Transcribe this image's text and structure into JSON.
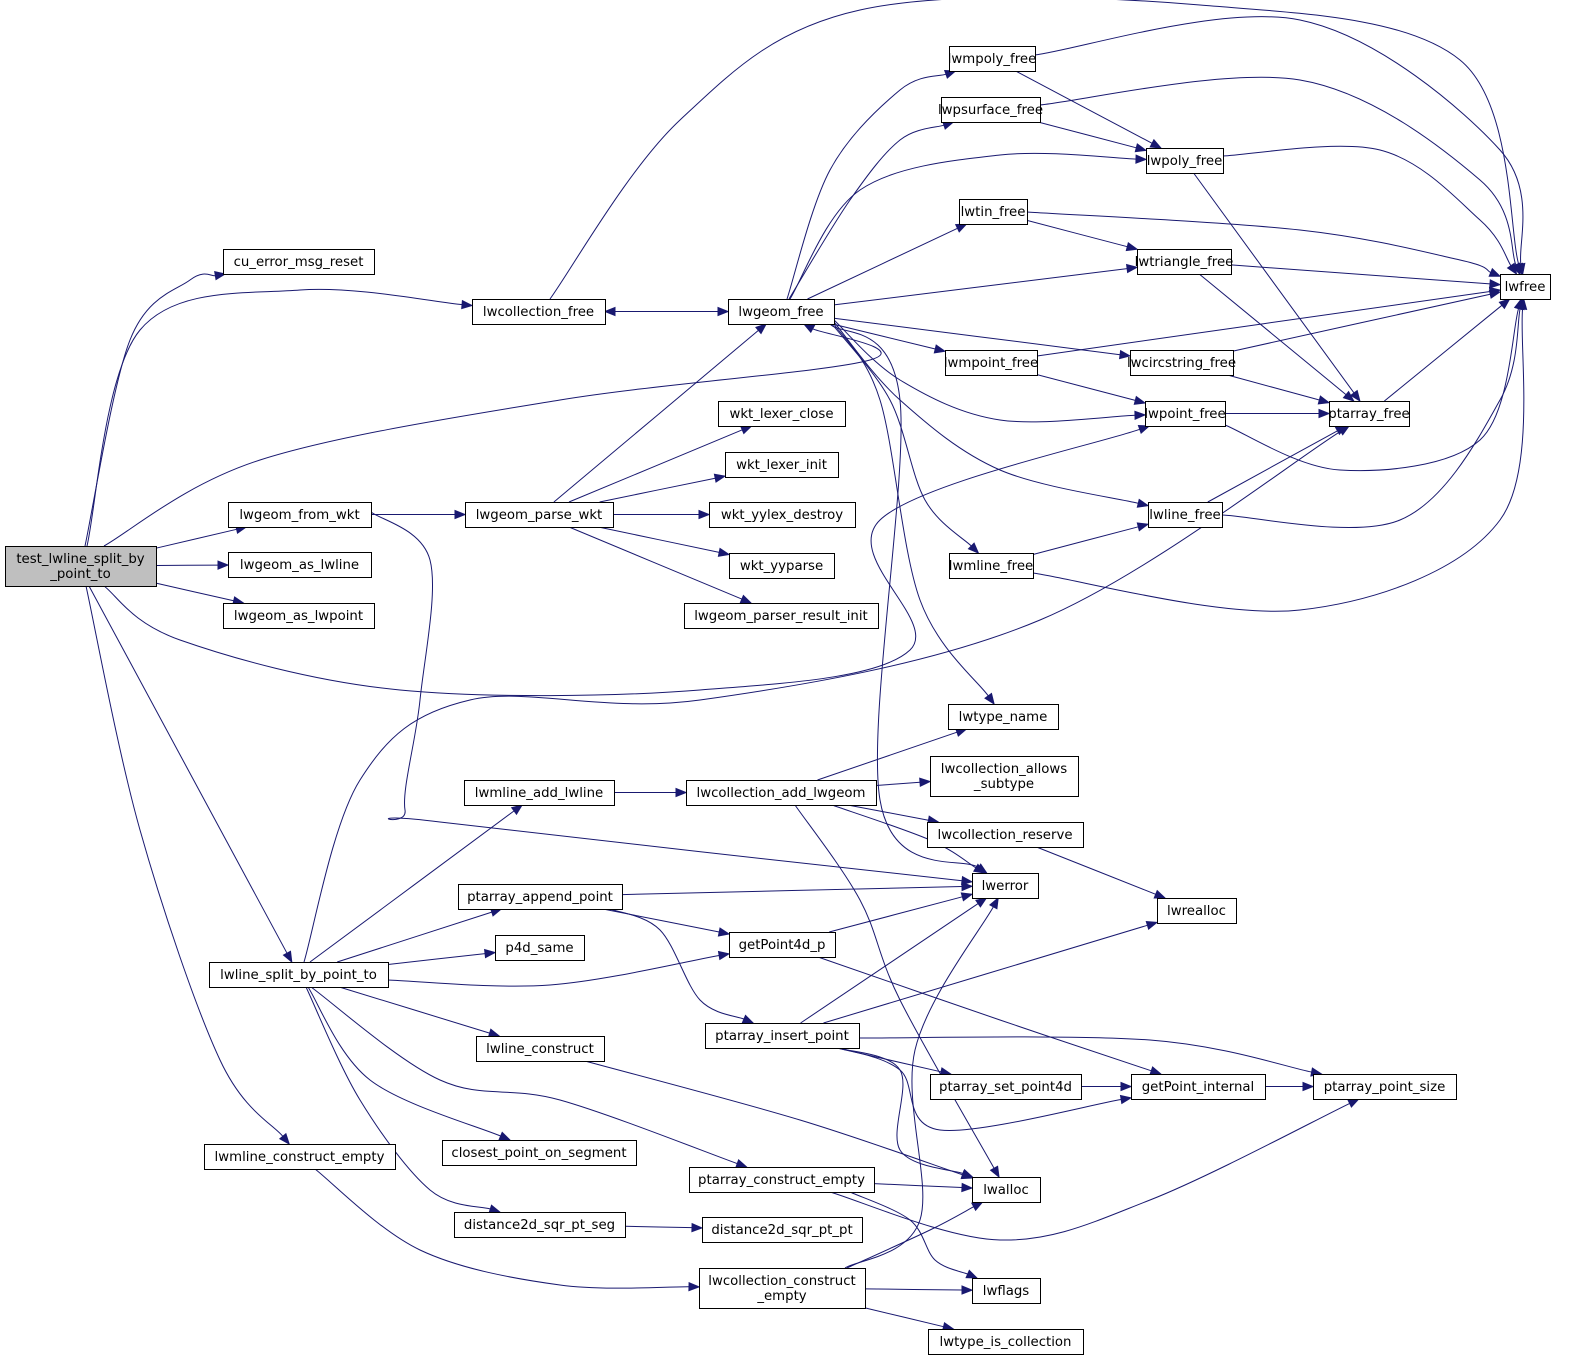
{
  "title": "Call graph: test_lwline_split_by_point_to",
  "colors": {
    "edge": "#191970",
    "node_border": "#000000",
    "node_fill": "#ffffff",
    "root_fill": "#bfbfbf"
  },
  "nodes": [
    {
      "id": "test_lwline_split_by_point_to",
      "lines": [
        "test_lwline_split_by",
        "_point_to"
      ],
      "root": true
    },
    {
      "id": "cu_error_msg_reset",
      "lines": [
        "cu_error_msg_reset"
      ]
    },
    {
      "id": "lwcollection_free",
      "lines": [
        "lwcollection_free"
      ]
    },
    {
      "id": "lwgeom_free",
      "lines": [
        "lwgeom_free"
      ]
    },
    {
      "id": "lwgeom_from_wkt",
      "lines": [
        "lwgeom_from_wkt"
      ]
    },
    {
      "id": "lwgeom_as_lwline",
      "lines": [
        "lwgeom_as_lwline"
      ]
    },
    {
      "id": "lwgeom_as_lwpoint",
      "lines": [
        "lwgeom_as_lwpoint"
      ]
    },
    {
      "id": "lwgeom_parse_wkt",
      "lines": [
        "lwgeom_parse_wkt"
      ]
    },
    {
      "id": "wkt_lexer_close",
      "lines": [
        "wkt_lexer_close"
      ]
    },
    {
      "id": "wkt_lexer_init",
      "lines": [
        "wkt_lexer_init"
      ]
    },
    {
      "id": "wkt_yylex_destroy",
      "lines": [
        "wkt_yylex_destroy"
      ]
    },
    {
      "id": "wkt_yyparse",
      "lines": [
        "wkt_yyparse"
      ]
    },
    {
      "id": "lwgeom_parser_result_init",
      "lines": [
        "lwgeom_parser_result_init"
      ]
    },
    {
      "id": "lwmpoly_free",
      "lines": [
        "lwmpoly_free"
      ]
    },
    {
      "id": "lwpsurface_free",
      "lines": [
        "lwpsurface_free"
      ]
    },
    {
      "id": "lwpoly_free",
      "lines": [
        "lwpoly_free"
      ]
    },
    {
      "id": "lwtin_free",
      "lines": [
        "lwtin_free"
      ]
    },
    {
      "id": "lwtriangle_free",
      "lines": [
        "lwtriangle_free"
      ]
    },
    {
      "id": "lwfree",
      "lines": [
        "lwfree"
      ]
    },
    {
      "id": "lwmpoint_free",
      "lines": [
        "lwmpoint_free"
      ]
    },
    {
      "id": "lwcircstring_free",
      "lines": [
        "lwcircstring_free"
      ]
    },
    {
      "id": "lwpoint_free",
      "lines": [
        "lwpoint_free"
      ]
    },
    {
      "id": "ptarray_free",
      "lines": [
        "ptarray_free"
      ]
    },
    {
      "id": "lwline_free",
      "lines": [
        "lwline_free"
      ]
    },
    {
      "id": "lwmline_free",
      "lines": [
        "lwmline_free"
      ]
    },
    {
      "id": "lwtype_name",
      "lines": [
        "lwtype_name"
      ]
    },
    {
      "id": "lwcollection_allows_subtype",
      "lines": [
        "lwcollection_allows",
        "_subtype"
      ]
    },
    {
      "id": "lwmline_add_lwline",
      "lines": [
        "lwmline_add_lwline"
      ]
    },
    {
      "id": "lwcollection_add_lwgeom",
      "lines": [
        "lwcollection_add_lwgeom"
      ]
    },
    {
      "id": "lwcollection_reserve",
      "lines": [
        "lwcollection_reserve"
      ]
    },
    {
      "id": "lwerror",
      "lines": [
        "lwerror"
      ]
    },
    {
      "id": "lwrealloc",
      "lines": [
        "lwrealloc"
      ]
    },
    {
      "id": "ptarray_append_point",
      "lines": [
        "ptarray_append_point"
      ]
    },
    {
      "id": "getPoint4d_p",
      "lines": [
        "getPoint4d_p"
      ]
    },
    {
      "id": "p4d_same",
      "lines": [
        "p4d_same"
      ]
    },
    {
      "id": "lwline_split_by_point_to",
      "lines": [
        "lwline_split_by_point_to"
      ]
    },
    {
      "id": "ptarray_insert_point",
      "lines": [
        "ptarray_insert_point"
      ]
    },
    {
      "id": "lwline_construct",
      "lines": [
        "lwline_construct"
      ]
    },
    {
      "id": "ptarray_set_point4d",
      "lines": [
        "ptarray_set_point4d"
      ]
    },
    {
      "id": "getPoint_internal",
      "lines": [
        "getPoint_internal"
      ]
    },
    {
      "id": "ptarray_point_size",
      "lines": [
        "ptarray_point_size"
      ]
    },
    {
      "id": "lwmline_construct_empty",
      "lines": [
        "lwmline_construct_empty"
      ]
    },
    {
      "id": "closest_point_on_segment",
      "lines": [
        "closest_point_on_segment"
      ]
    },
    {
      "id": "ptarray_construct_empty",
      "lines": [
        "ptarray_construct_empty"
      ]
    },
    {
      "id": "lwalloc",
      "lines": [
        "lwalloc"
      ]
    },
    {
      "id": "distance2d_sqr_pt_seg",
      "lines": [
        "distance2d_sqr_pt_seg"
      ]
    },
    {
      "id": "distance2d_sqr_pt_pt",
      "lines": [
        "distance2d_sqr_pt_pt"
      ]
    },
    {
      "id": "lwcollection_construct_empty",
      "lines": [
        "lwcollection_construct",
        "_empty"
      ]
    },
    {
      "id": "lwflags",
      "lines": [
        "lwflags"
      ]
    },
    {
      "id": "lwtype_is_collection",
      "lines": [
        "lwtype_is_collection"
      ]
    }
  ],
  "edges": [
    [
      "test_lwline_split_by_point_to",
      "cu_error_msg_reset"
    ],
    [
      "test_lwline_split_by_point_to",
      "lwcollection_free"
    ],
    [
      "test_lwline_split_by_point_to",
      "lwgeom_free"
    ],
    [
      "test_lwline_split_by_point_to",
      "lwgeom_from_wkt"
    ],
    [
      "test_lwline_split_by_point_to",
      "lwgeom_as_lwline"
    ],
    [
      "test_lwline_split_by_point_to",
      "lwgeom_as_lwpoint"
    ],
    [
      "test_lwline_split_by_point_to",
      "lwpoint_free"
    ],
    [
      "test_lwline_split_by_point_to",
      "lwline_split_by_point_to"
    ],
    [
      "test_lwline_split_by_point_to",
      "lwmline_construct_empty"
    ],
    [
      "lwcollection_free",
      "lwgeom_free"
    ],
    [
      "lwcollection_free",
      "lwfree"
    ],
    [
      "lwgeom_free",
      "lwcollection_free"
    ],
    [
      "lwgeom_free",
      "lwmpoly_free"
    ],
    [
      "lwgeom_free",
      "lwpsurface_free"
    ],
    [
      "lwgeom_free",
      "lwpoly_free"
    ],
    [
      "lwgeom_free",
      "lwtin_free"
    ],
    [
      "lwgeom_free",
      "lwtriangle_free"
    ],
    [
      "lwgeom_free",
      "lwmpoint_free"
    ],
    [
      "lwgeom_free",
      "lwcircstring_free"
    ],
    [
      "lwgeom_free",
      "lwpoint_free"
    ],
    [
      "lwgeom_free",
      "lwline_free"
    ],
    [
      "lwgeom_free",
      "lwmline_free"
    ],
    [
      "lwgeom_free",
      "lwtype_name"
    ],
    [
      "lwgeom_free",
      "lwerror"
    ],
    [
      "lwgeom_from_wkt",
      "lwgeom_parse_wkt"
    ],
    [
      "lwgeom_from_wkt",
      "lwerror"
    ],
    [
      "lwgeom_parse_wkt",
      "lwgeom_free"
    ],
    [
      "lwgeom_parse_wkt",
      "wkt_lexer_close"
    ],
    [
      "lwgeom_parse_wkt",
      "wkt_lexer_init"
    ],
    [
      "lwgeom_parse_wkt",
      "wkt_yylex_destroy"
    ],
    [
      "lwgeom_parse_wkt",
      "wkt_yyparse"
    ],
    [
      "lwgeom_parse_wkt",
      "lwgeom_parser_result_init"
    ],
    [
      "lwmpoly_free",
      "lwpoly_free"
    ],
    [
      "lwmpoly_free",
      "lwfree"
    ],
    [
      "lwpsurface_free",
      "lwpoly_free"
    ],
    [
      "lwpsurface_free",
      "lwfree"
    ],
    [
      "lwpoly_free",
      "ptarray_free"
    ],
    [
      "lwpoly_free",
      "lwfree"
    ],
    [
      "lwtin_free",
      "lwtriangle_free"
    ],
    [
      "lwtin_free",
      "lwfree"
    ],
    [
      "lwtriangle_free",
      "ptarray_free"
    ],
    [
      "lwtriangle_free",
      "lwfree"
    ],
    [
      "lwmpoint_free",
      "lwpoint_free"
    ],
    [
      "lwmpoint_free",
      "lwfree"
    ],
    [
      "lwcircstring_free",
      "ptarray_free"
    ],
    [
      "lwcircstring_free",
      "lwfree"
    ],
    [
      "lwpoint_free",
      "ptarray_free"
    ],
    [
      "lwpoint_free",
      "lwfree"
    ],
    [
      "ptarray_free",
      "lwfree"
    ],
    [
      "lwline_free",
      "ptarray_free"
    ],
    [
      "lwline_free",
      "lwfree"
    ],
    [
      "lwmline_free",
      "lwline_free"
    ],
    [
      "lwmline_free",
      "lwfree"
    ],
    [
      "lwmline_add_lwline",
      "lwcollection_add_lwgeom"
    ],
    [
      "lwcollection_add_lwgeom",
      "lwtype_name"
    ],
    [
      "lwcollection_add_lwgeom",
      "lwcollection_allows_subtype"
    ],
    [
      "lwcollection_add_lwgeom",
      "lwcollection_reserve"
    ],
    [
      "lwcollection_add_lwgeom",
      "lwerror"
    ],
    [
      "lwcollection_add_lwgeom",
      "lwalloc"
    ],
    [
      "lwcollection_reserve",
      "lwrealloc"
    ],
    [
      "lwline_split_by_point_to",
      "lwmline_add_lwline"
    ],
    [
      "lwline_split_by_point_to",
      "ptarray_append_point"
    ],
    [
      "lwline_split_by_point_to",
      "p4d_same"
    ],
    [
      "lwline_split_by_point_to",
      "getPoint4d_p"
    ],
    [
      "lwline_split_by_point_to",
      "ptarray_free"
    ],
    [
      "lwline_split_by_point_to",
      "lwline_construct"
    ],
    [
      "lwline_split_by_point_to",
      "closest_point_on_segment"
    ],
    [
      "lwline_split_by_point_to",
      "distance2d_sqr_pt_seg"
    ],
    [
      "lwline_split_by_point_to",
      "ptarray_construct_empty"
    ],
    [
      "ptarray_append_point",
      "lwerror"
    ],
    [
      "ptarray_append_point",
      "getPoint4d_p"
    ],
    [
      "ptarray_append_point",
      "ptarray_insert_point"
    ],
    [
      "getPoint4d_p",
      "lwerror"
    ],
    [
      "getPoint4d_p",
      "getPoint_internal"
    ],
    [
      "ptarray_insert_point",
      "lwerror"
    ],
    [
      "ptarray_insert_point",
      "lwrealloc"
    ],
    [
      "ptarray_insert_point",
      "ptarray_point_size"
    ],
    [
      "ptarray_insert_point",
      "ptarray_set_point4d"
    ],
    [
      "ptarray_insert_point",
      "getPoint_internal"
    ],
    [
      "ptarray_insert_point",
      "lwalloc"
    ],
    [
      "ptarray_set_point4d",
      "getPoint_internal"
    ],
    [
      "getPoint_internal",
      "ptarray_point_size"
    ],
    [
      "lwline_construct",
      "lwalloc"
    ],
    [
      "ptarray_construct_empty",
      "lwalloc"
    ],
    [
      "ptarray_construct_empty",
      "lwflags"
    ],
    [
      "ptarray_construct_empty",
      "ptarray_point_size"
    ],
    [
      "distance2d_sqr_pt_seg",
      "distance2d_sqr_pt_pt"
    ],
    [
      "lwmline_construct_empty",
      "lwcollection_construct_empty"
    ],
    [
      "lwcollection_construct_empty",
      "lwalloc"
    ],
    [
      "lwcollection_construct_empty",
      "lwflags"
    ],
    [
      "lwcollection_construct_empty",
      "lwtype_is_collection"
    ],
    [
      "lwcollection_construct_empty",
      "lwerror"
    ]
  ]
}
